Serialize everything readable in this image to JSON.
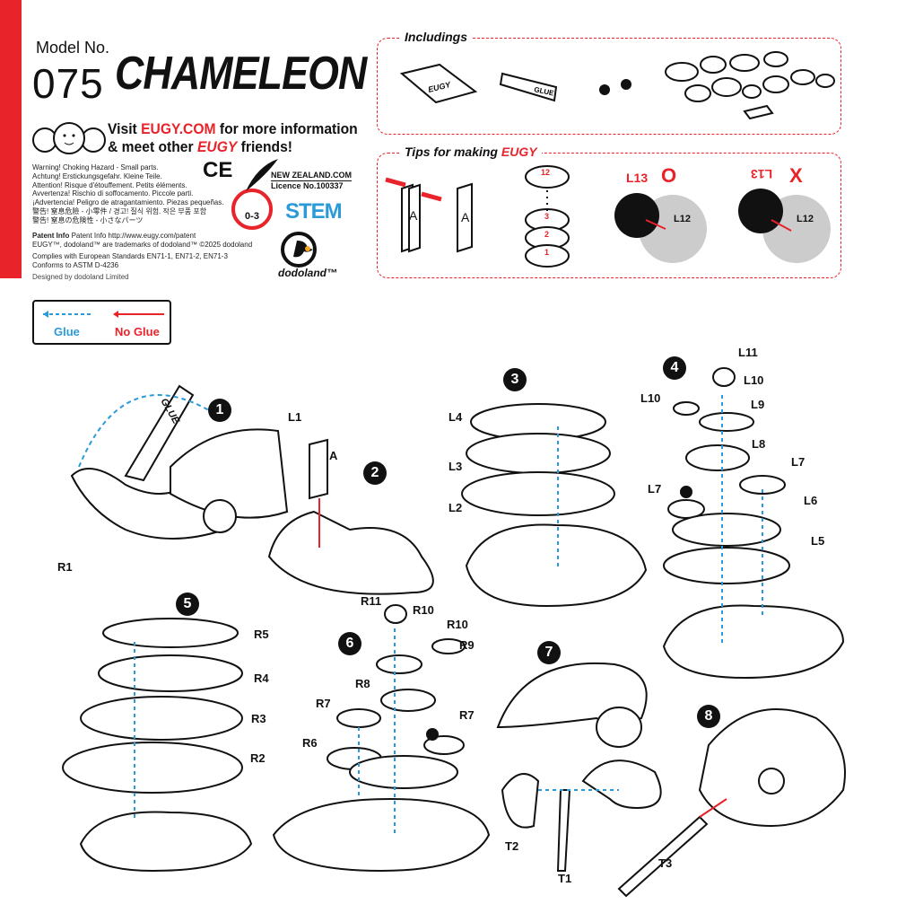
{
  "header": {
    "model_label": "Model No.",
    "model_number": "075",
    "title": "CHAMELEON",
    "visit_pre": "Visit",
    "visit_site": "EUGY.COM",
    "visit_post": "for more information",
    "meet_pre": "& meet other",
    "meet_brand": "EUGY",
    "meet_post": "friends!"
  },
  "safety": {
    "warnings": [
      "Warning! Choking Hazard - Small parts.",
      "Achtung! Erstickungsgefahr. Kleine Teile.",
      "Attention! Risque d'étouffement. Petits éléments.",
      "Avvertenza! Rischio di soffocamento. Piccole parti.",
      "¡Advertencia! Peligro de atragantamiento. Piezas pequeñas.",
      "警告! 窒息危險 - 小零件 / 경고! 질식 위험. 작은 부품 포함",
      "警告! 窒息の危険性 - 小さなパーツ"
    ],
    "ce_mark": "CE",
    "age_badge": "0-3",
    "patent": "Patent Info http://www.eugy.com/patent",
    "trademark": "EUGY™, dodoland™ are trademarks of dodoland™ ©2025 dodoland",
    "standards": [
      "Complies with European Standards EN71-1, EN71-2, EN71-3",
      "Conforms to ASTM D-4236"
    ],
    "designed": "Designed by dodoland Limited",
    "nz": [
      "NEW ZEALAND.COM",
      "Licence No.100337"
    ],
    "stem": "STEM",
    "dodoland": "dodoland™"
  },
  "includings": {
    "heading": "Includings",
    "glue_label": "GLUE",
    "booklet_label": "EUGY"
  },
  "tips": {
    "heading": "Tips for making",
    "brand": "EUGY",
    "letter": "A",
    "discs": [
      "12",
      "3",
      "2",
      "1"
    ],
    "correct": {
      "mark": "O",
      "top": "L13",
      "bottom": "L12"
    },
    "wrong": {
      "mark": "X",
      "top": "L13",
      "bottom": "L12"
    }
  },
  "legend": {
    "glue": "Glue",
    "no_glue": "No Glue"
  },
  "steps": {
    "s1": {
      "n": "1",
      "glue": "GLUE",
      "labels": [
        "R1"
      ]
    },
    "s2": {
      "n": "2",
      "labels": [
        "L1",
        "A"
      ]
    },
    "s3": {
      "n": "3",
      "labels": [
        "L4",
        "L3",
        "L2"
      ]
    },
    "s4": {
      "n": "4",
      "labels": [
        "L11",
        "L10",
        "L10",
        "L9",
        "L8",
        "L7",
        "L7",
        "L6",
        "L5"
      ]
    },
    "s5": {
      "n": "5",
      "labels": [
        "R5",
        "R4",
        "R3",
        "R2"
      ]
    },
    "s6": {
      "n": "6",
      "labels": [
        "R11",
        "R10",
        "R10",
        "R9",
        "R8",
        "R7",
        "R7",
        "R6"
      ]
    },
    "s7": {
      "n": "7",
      "labels": [
        "T2",
        "T1",
        "T3"
      ]
    },
    "s8": {
      "n": "8"
    }
  },
  "colors": {
    "accent": "#e8232a",
    "glue_arrow": "#2a9bd8"
  }
}
